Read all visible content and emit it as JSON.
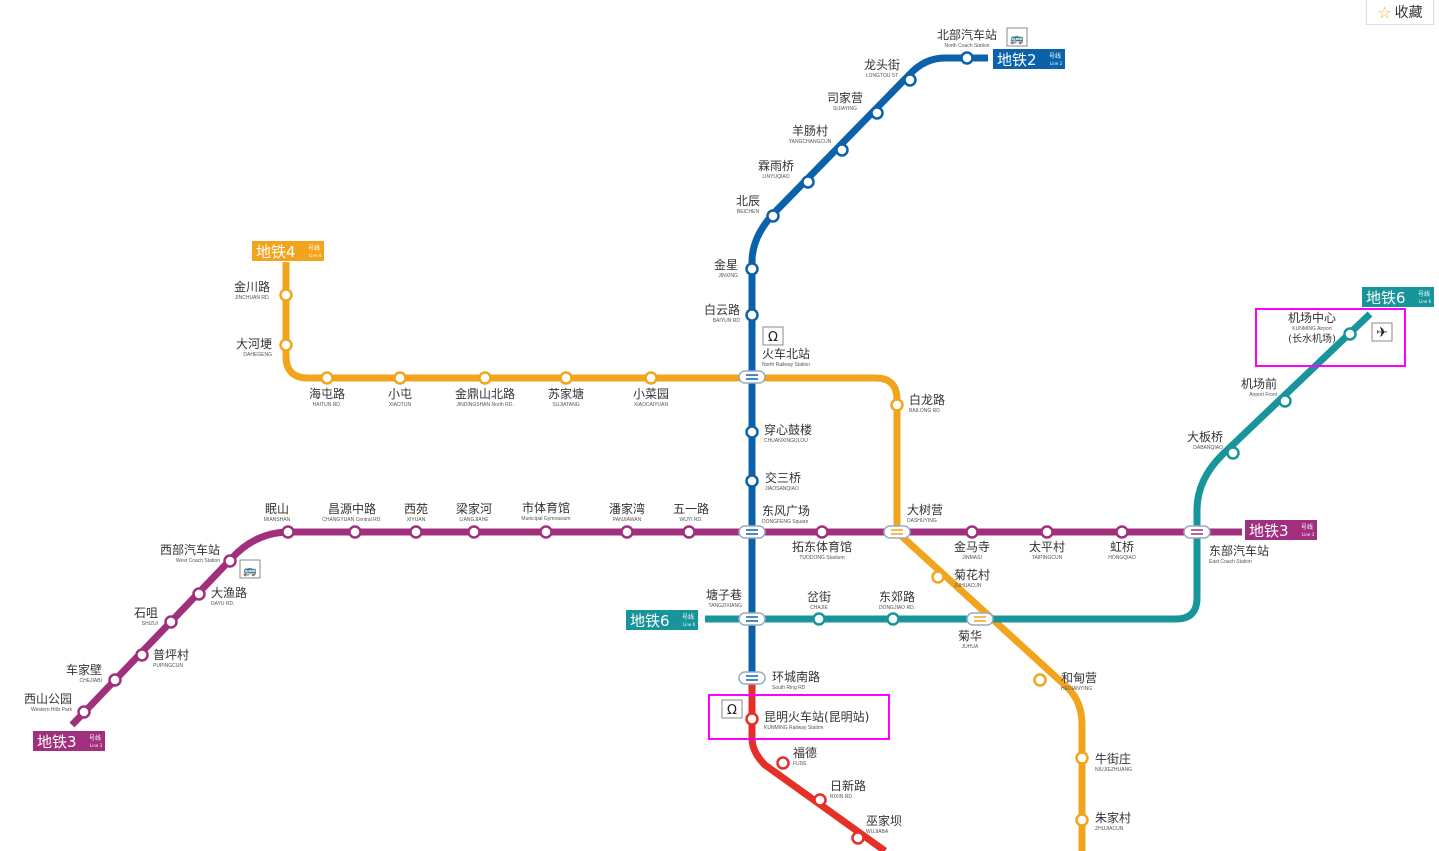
{
  "toolbar": {
    "favorite_label": "收藏",
    "favorite_icon": "star-outline-icon"
  },
  "colors": {
    "line1": "#E63027",
    "line2": "#0B62AA",
    "line3": "#A0307E",
    "line4": "#F2A51C",
    "line6": "#17959B",
    "highlight": "#FF00FF"
  },
  "badges": [
    {
      "line": "line2",
      "name": "地铁2",
      "suffix": "号线",
      "en": "Line 2"
    },
    {
      "line": "line4",
      "name": "地铁4",
      "suffix": "号线",
      "en": "Line 4"
    },
    {
      "line": "line6",
      "name": "地铁6",
      "suffix": "号线",
      "en": "Line 6"
    },
    {
      "line": "line3",
      "name": "地铁3",
      "suffix": "号线",
      "en": "Line 3"
    },
    {
      "line": "line6",
      "name": "地铁6",
      "suffix": "号线",
      "en": "Line 6"
    },
    {
      "line": "line3",
      "name": "地铁3",
      "suffix": "号线",
      "en": "Line 3"
    }
  ],
  "stations": [
    {
      "name": "北部汽车站",
      "en": "North Coach Station"
    },
    {
      "name": "龙头街",
      "en": "LONGTOU ST"
    },
    {
      "name": "司家营",
      "en": "SIJIAYING"
    },
    {
      "name": "羊肠村",
      "en": "YANGCHANGCUN"
    },
    {
      "name": "霖雨桥",
      "en": "LINYUQIAO"
    },
    {
      "name": "北辰",
      "en": "BEICHEN"
    },
    {
      "name": "金星",
      "en": "JINXING"
    },
    {
      "name": "白云路",
      "en": "BAIYUN RD"
    },
    {
      "name": "火车北站",
      "en": "North Railway Station"
    },
    {
      "name": "穿心鼓楼",
      "en": "CHUANXINGULOU"
    },
    {
      "name": "交三桥",
      "en": "JIAOSANQIAO"
    },
    {
      "name": "东风广场",
      "en": "DONGFENG Square"
    },
    {
      "name": "塘子巷",
      "en": "TANGZIXIANG"
    },
    {
      "name": "环城南路",
      "en": "South Ring RD"
    },
    {
      "name": "昆明火车站(昆明站)",
      "en": "KUNMING Railway Station"
    },
    {
      "name": "福德",
      "en": "FUDE"
    },
    {
      "name": "日新路",
      "en": "RIXIN RD."
    },
    {
      "name": "巫家坝",
      "en": "WUJIABA"
    },
    {
      "name": "金川路",
      "en": "JINCHUAN RD."
    },
    {
      "name": "大河埂",
      "en": "DAHEGENG"
    },
    {
      "name": "海屯路",
      "en": "HAITUN RD."
    },
    {
      "name": "小屯",
      "en": "XIAOTUN"
    },
    {
      "name": "金鼎山北路",
      "en": "JINDINGSHAN North RD."
    },
    {
      "name": "苏家塘",
      "en": "SUJIATANG"
    },
    {
      "name": "小菜园",
      "en": "XIAOCAIYUAN"
    },
    {
      "name": "白龙路",
      "en": "BAILONG RD"
    },
    {
      "name": "大树营",
      "en": "DASHUYING"
    },
    {
      "name": "菊花村",
      "en": "JUHUACUN"
    },
    {
      "name": "菊华",
      "en": "JUHUA"
    },
    {
      "name": "和甸营",
      "en": "HEDIANYING"
    },
    {
      "name": "牛街庄",
      "en": "NIUJIEZHUANG"
    },
    {
      "name": "朱家村",
      "en": "ZHUJIACUN"
    },
    {
      "name": "西山公园",
      "en": "Western Hills Park"
    },
    {
      "name": "车家壁",
      "en": "CHEJIABI"
    },
    {
      "name": "普坪村",
      "en": "PUPINGCUN"
    },
    {
      "name": "石咀",
      "en": "SHIZUI"
    },
    {
      "name": "大渔路",
      "en": "DAYU RD."
    },
    {
      "name": "西部汽车站",
      "en": "West Coach Station"
    },
    {
      "name": "眠山",
      "en": "MIANSHAN"
    },
    {
      "name": "昌源中路",
      "en": "CHANGYUAN Central RD."
    },
    {
      "name": "西苑",
      "en": "XIYUAN"
    },
    {
      "name": "梁家河",
      "en": "LIANGJIAHE"
    },
    {
      "name": "市体育馆",
      "en": "Municipal Gymnasium"
    },
    {
      "name": "潘家湾",
      "en": "PANJIAWAN"
    },
    {
      "name": "五一路",
      "en": "WUYI RD."
    },
    {
      "name": "拓东体育馆",
      "en": "TUODONG Stadium"
    },
    {
      "name": "金马寺",
      "en": "JINMASI"
    },
    {
      "name": "太平村",
      "en": "TAIPINGCUN"
    },
    {
      "name": "虹桥",
      "en": "HONGQIAO"
    },
    {
      "name": "东部汽车站",
      "en": "East Coach Station"
    },
    {
      "name": "岔街",
      "en": "CHAJIE"
    },
    {
      "name": "东郊路",
      "en": "DONGJIAO RD."
    },
    {
      "name": "大板桥",
      "en": "DABANQIAO"
    },
    {
      "name": "机场前",
      "en": "Airport Front"
    },
    {
      "name": "机场中心",
      "en": "KUNMING Airport",
      "sub": "(长水机场)"
    }
  ]
}
